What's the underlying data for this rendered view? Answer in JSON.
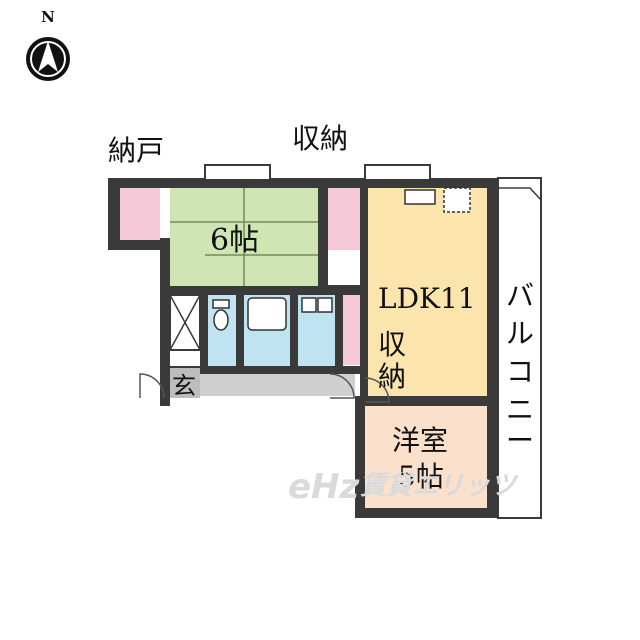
{
  "compass": {
    "label": "N"
  },
  "rooms": {
    "nando": "納戸",
    "shuno_top": "収納",
    "washitsu": "6帖",
    "ldk": "LDK11",
    "shuno_mid_1": "収",
    "shuno_mid_2": "納",
    "balcony_1": "バ",
    "balcony_2": "ル",
    "balcony_3": "コ",
    "balcony_4": "ニ",
    "balcony_5": "ー",
    "genkan": "玄",
    "yoshitsu_1": "洋室",
    "yoshitsu_2": "5帖"
  },
  "watermark": {
    "logo": "eHz",
    "text": "賃貸エリッツ"
  },
  "colors": {
    "wall": "#3a3a3a",
    "tatami": "#cfe6b4",
    "ldk": "#fbe5ad",
    "yoshitsu": "#fbe0cc",
    "storage": "#f5c8d8",
    "wet": "#bfe3f1",
    "corridor": "#cfcfcf"
  }
}
